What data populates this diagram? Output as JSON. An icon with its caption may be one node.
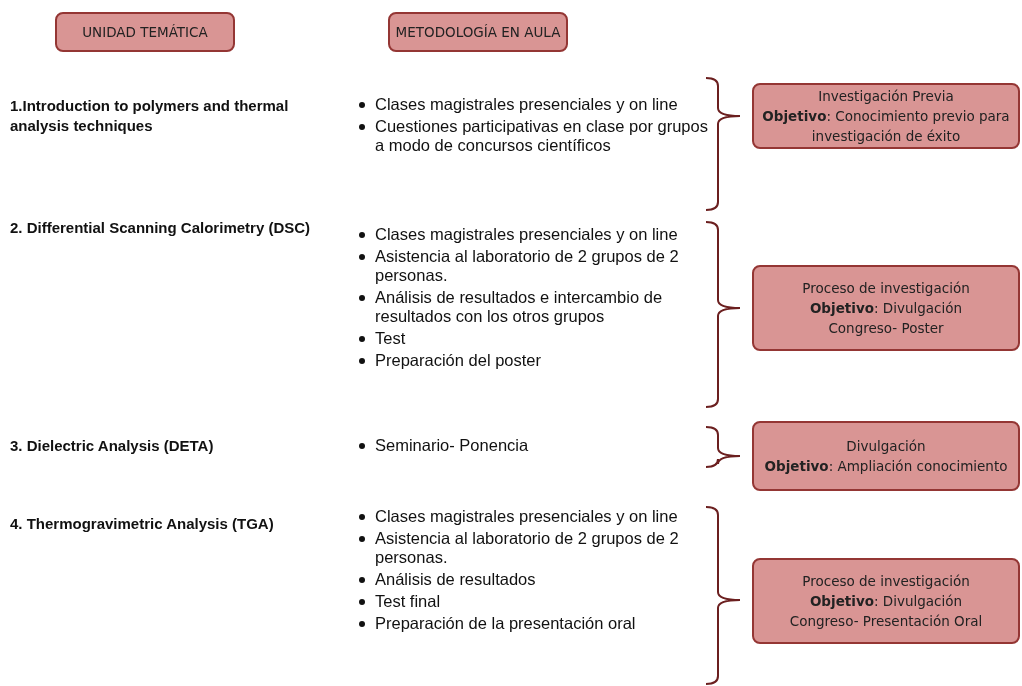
{
  "diagram": {
    "nodes": [
      {
        "text": [
          "UNIDAD TEMÁTICA"
        ]
      },
      {
        "text": [
          "METODOLOGÍA EN AULA"
        ]
      },
      {
        "text": [
          "Investigación Previa",
          "**Objetivo**: Conocimiento previo para investigación de éxito"
        ]
      },
      {
        "text": [
          "Proceso de investigación",
          "**Objetivo**: Divulgación",
          "Congreso- Poster"
        ]
      },
      {
        "text": [
          "Divulgación",
          "**Objetivo**: Ampliación conocimiento"
        ]
      },
      {
        "text": [
          "Proceso de investigación",
          "**Objetivo**: Divulgación",
          "Congreso- Presentación Oral"
        ]
      }
    ],
    "labels": [
      "1.Introduction to polymers and thermal analysis techniques",
      "Clases magistrales presenciales y on line",
      "Cuestiones participativas en clase por grupos a modo de concursos científicos",
      "2. Differential Scanning Calorimetry (DSC)",
      "Clases magistrales presenciales y on line",
      "Asistencia al laboratorio de 2 grupos de 2 personas.",
      "Análisis de resultados e intercambio de resultados con los otros grupos",
      "Test",
      "Preparación del poster",
      "3. Dielectric Analysis (DETA)",
      "Seminario- Ponencia",
      "4. Thermogravimetric Analysis (TGA)",
      "Clases magistrales presenciales y on line",
      "Asistencia al laboratorio de 2 grupos de 2 personas.",
      "Análisis de resultados",
      "Test final",
      "Preparación de la presentación oral"
    ]
  }
}
